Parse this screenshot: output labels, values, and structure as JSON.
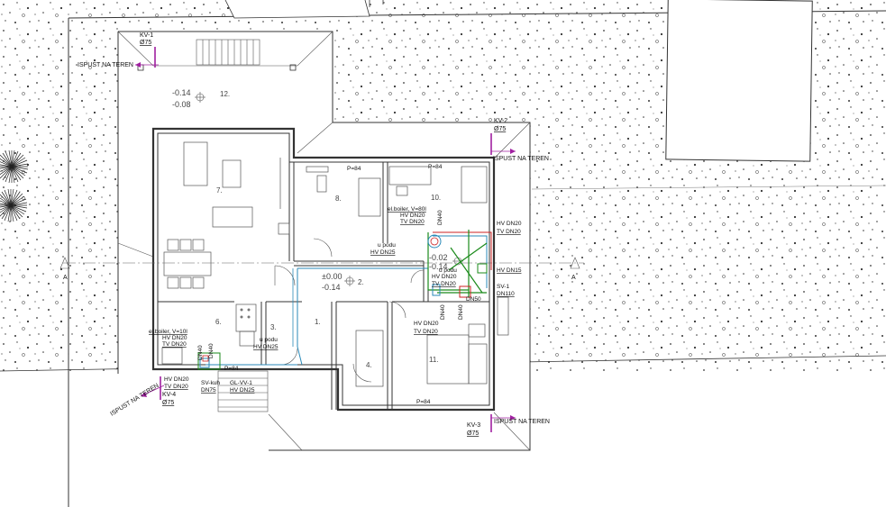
{
  "drainage_labels": {
    "kv1": "KV-1",
    "kv1_d": "Ø75",
    "kv2": "KV-2",
    "kv2_d": "Ø75",
    "kv3": "KV-3",
    "kv3_d": "Ø75",
    "kv4": "KV-4",
    "kv4_d": "Ø75",
    "outlet": "ISPUST NA TEREN"
  },
  "rooms": {
    "r1": "1.",
    "r2": "2.",
    "r3": "3.",
    "r4": "4.",
    "r6": "6.",
    "r7": "7.",
    "r8": "8.",
    "r10": "10.",
    "r11": "11.",
    "r12": "12."
  },
  "levels": {
    "top_a": "-0.14",
    "top_b": "-0.08",
    "center_a": "±0.00",
    "center_b": "-0.14",
    "right_a": "-0.02",
    "right_b": "-0.14"
  },
  "window_marks": {
    "p84_a": "P=84",
    "p84_b": "P=84",
    "p84_c": "P=84",
    "p84_d": "P=84"
  },
  "section_mark": {
    "left": "A",
    "right": "A"
  },
  "pipe_notes": {
    "boiler80": "el.boiler, V=80l",
    "boiler10": "el.boiler, V=10l",
    "hv20": "HV DN20",
    "tv20": "TV DN20",
    "hv25": "HV DN25",
    "hv15": "HV DN15",
    "u_podu": "u podu",
    "sv1": "SV-1",
    "dn110": "DN110",
    "sv_kuh": "SV-kuh",
    "dn75": "DN75",
    "gl_vv1": "GL-VV-1",
    "dn25": "HV DN25",
    "dn40": "DN40",
    "dn50": "DN50"
  }
}
